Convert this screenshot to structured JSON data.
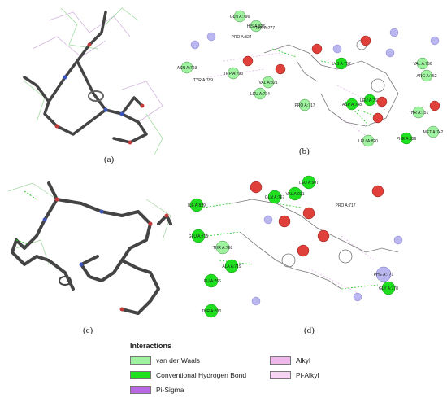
{
  "captions": {
    "a": "(a)",
    "b": "(b)",
    "c": "(c)",
    "d": "(d)"
  },
  "legend": {
    "title": "Interactions",
    "items": [
      {
        "label": "van der Waals",
        "color": "#9ff29f"
      },
      {
        "label": "Conventional Hydrogen Bond",
        "color": "#1fe01f"
      },
      {
        "label": "Pi-Sigma",
        "color": "#b86ae6"
      },
      {
        "label": "Alkyl",
        "color": "#f0b8ea"
      },
      {
        "label": "Pi-Alkyl",
        "color": "#f7d3f4"
      }
    ]
  },
  "panel_b": {
    "residues": [
      {
        "label": "GLN A:796",
        "type": "vdw"
      },
      {
        "label": "HIS A:826",
        "type": "vdw"
      },
      {
        "label": "PRO A:824",
        "type": "none"
      },
      {
        "label": "TYR A:777",
        "type": "none"
      },
      {
        "label": "ASN A:793",
        "type": "vdw"
      },
      {
        "label": "TYR A:789",
        "type": "none"
      },
      {
        "label": "TRP A:793",
        "type": "vdw"
      },
      {
        "label": "VAL A:821",
        "type": "vdw"
      },
      {
        "label": "LEU A:774",
        "type": "vdw"
      },
      {
        "label": "PRO A:717",
        "type": "vdw"
      },
      {
        "label": "ASP A:748",
        "type": "hbond"
      },
      {
        "label": "LEU A:768",
        "type": "hbond"
      },
      {
        "label": "VAL A:750",
        "type": "vdw"
      },
      {
        "label": "ARG A:752",
        "type": "vdw"
      },
      {
        "label": "THR A:751",
        "type": "vdw"
      },
      {
        "label": "MET A:742",
        "type": "vdw"
      },
      {
        "label": "LEU A:820",
        "type": "vdw"
      },
      {
        "label": "PHE A:936",
        "type": "hbond"
      },
      {
        "label": "LYS A:757",
        "type": "hbond"
      }
    ]
  },
  "panel_d": {
    "residues": [
      {
        "label": "ILE A:829",
        "type": "hbond"
      },
      {
        "label": "GLN A:767",
        "type": "hbond"
      },
      {
        "label": "VAL A:921",
        "type": "hbond"
      },
      {
        "label": "LEU A:907",
        "type": "hbond"
      },
      {
        "label": "PRO A:717",
        "type": "vdw"
      },
      {
        "label": "GLU A:715",
        "type": "hbond"
      },
      {
        "label": "THR A:768",
        "type": "vdw"
      },
      {
        "label": "ALA A:719",
        "type": "hbond"
      },
      {
        "label": "LEU A:766",
        "type": "hbond"
      },
      {
        "label": "THR A:830",
        "type": "hbond"
      },
      {
        "label": "PHE A:771",
        "type": "pi"
      },
      {
        "label": "GLY A:778",
        "type": "hbond"
      }
    ]
  }
}
